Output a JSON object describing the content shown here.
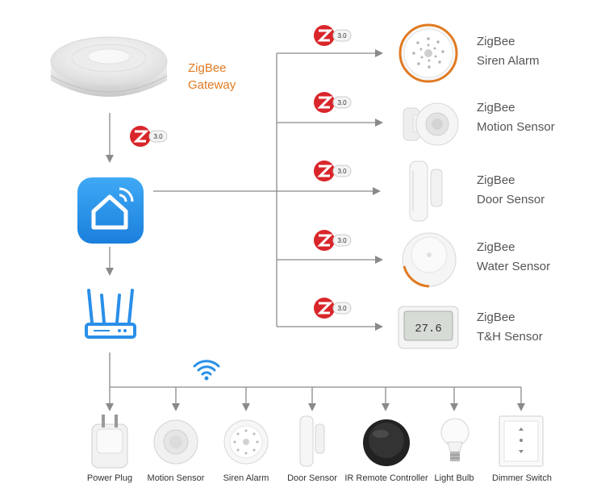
{
  "gateway": {
    "label_line1": "ZigBee",
    "label_line2": "Gateway"
  },
  "devices": [
    {
      "line1": "ZigBee",
      "line2": "Siren Alarm"
    },
    {
      "line1": "ZigBee",
      "line2": "Motion Sensor"
    },
    {
      "line1": "ZigBee",
      "line2": "Door Sensor"
    },
    {
      "line1": "ZigBee",
      "line2": "Water Sensor"
    },
    {
      "line1": "ZigBee",
      "line2": "T&H Sensor"
    }
  ],
  "badge_text": "3.0",
  "thermo_display": "27.6",
  "wifi_devices": [
    "Power Plug",
    "Motion Sensor",
    "Siren Alarm",
    "Door Sensor",
    "IR Remote Controller",
    "Light Bulb",
    "Dimmer Switch"
  ],
  "colors": {
    "line": "#8a8a8a",
    "orange": "#e07a22",
    "app_blue": "#1e90e8",
    "router_blue": "#2a8fe8",
    "wifi_blue": "#2a8fe8",
    "zigbee_red": "#d9262b"
  }
}
